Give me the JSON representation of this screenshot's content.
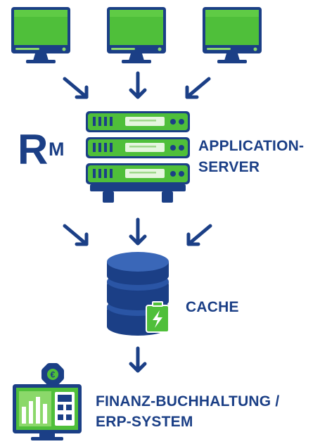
{
  "logo": {
    "letter_r": "R",
    "letter_m": "M"
  },
  "application_server": {
    "line1": "APPLICATION-",
    "line2": "SERVER"
  },
  "cache": {
    "label": "CACHE"
  },
  "erp": {
    "line1": "FINANZ-BUCHHALTUNG /",
    "line2": "ERP-SYSTEM",
    "currency_symbol": "€"
  },
  "icons": [
    "monitor-icon",
    "server-rack-icon",
    "database-icon",
    "battery-bolt-icon",
    "accounting-monitor-icon",
    "gear-icon",
    "calculator-icon",
    "arrow-icon"
  ],
  "colors": {
    "navy": "#1b3f86",
    "green": "#4fbf3a",
    "light_green": "#8bd86a"
  }
}
